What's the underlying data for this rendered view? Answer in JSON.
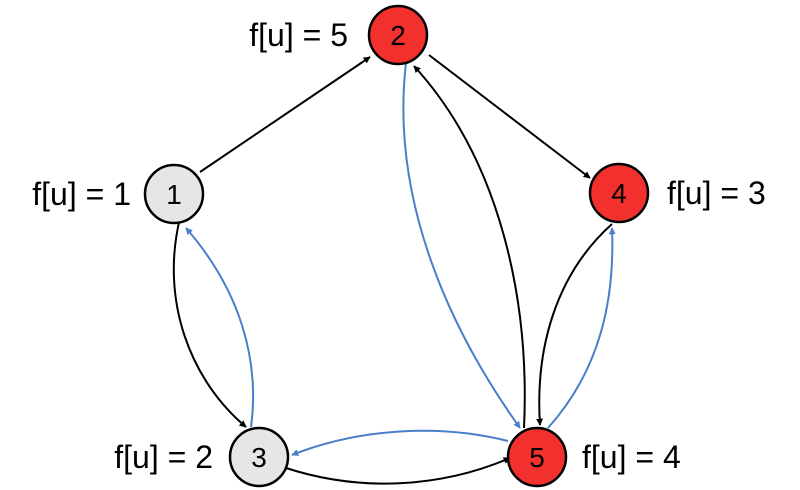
{
  "colors": {
    "visited_fill": "#f2302e",
    "unvisited_fill": "#e6e6e6",
    "edge_black": "#000000",
    "edge_blue": "#4a7ec8"
  },
  "nodes": [
    {
      "id": "1",
      "label": "1",
      "f_label": "f[u] = 1",
      "state": "unvisited"
    },
    {
      "id": "2",
      "label": "2",
      "f_label": "f[u] = 5",
      "state": "visited"
    },
    {
      "id": "3",
      "label": "3",
      "f_label": "f[u] = 2",
      "state": "unvisited"
    },
    {
      "id": "4",
      "label": "4",
      "f_label": "f[u] = 3",
      "state": "visited"
    },
    {
      "id": "5",
      "label": "5",
      "f_label": "f[u] = 4",
      "state": "visited"
    }
  ],
  "edges": [
    {
      "from": "1",
      "to": "2",
      "color": "black"
    },
    {
      "from": "2",
      "to": "4",
      "color": "black"
    },
    {
      "from": "1",
      "to": "3",
      "color": "black"
    },
    {
      "from": "3",
      "to": "1",
      "color": "blue"
    },
    {
      "from": "3",
      "to": "5",
      "color": "black"
    },
    {
      "from": "5",
      "to": "3",
      "color": "blue"
    },
    {
      "from": "2",
      "to": "5",
      "color": "blue"
    },
    {
      "from": "5",
      "to": "2",
      "color": "black"
    },
    {
      "from": "4",
      "to": "5",
      "color": "black"
    },
    {
      "from": "5",
      "to": "4",
      "color": "blue"
    }
  ]
}
